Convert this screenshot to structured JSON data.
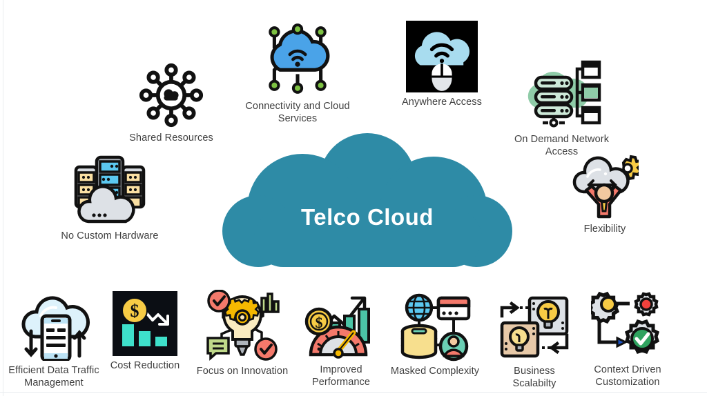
{
  "diagram": {
    "center": {
      "label": "Telco Cloud",
      "shape": "cloud",
      "fill_color": "#2E8BA6",
      "text_color": "#ffffff"
    },
    "caption_color": "#3f3f3f",
    "background_color": "#ffffff"
  },
  "nodes": [
    {
      "id": "shared-resources",
      "label": "Shared Resources",
      "icon": "hub-spokes-cloud-icon",
      "colors": {
        "line": "#111111",
        "fill": "#ffffff"
      }
    },
    {
      "id": "connectivity-and-cloud-services",
      "label": "Connectivity and Cloud Services",
      "icon": "cloud-wifi-circuit-icon",
      "colors": {
        "cloud": "#4AA3E8",
        "node": "#7DC242",
        "line": "#111111"
      }
    },
    {
      "id": "anywhere-access",
      "label": "Anywhere Access",
      "icon": "cloud-mouse-access-icon",
      "colors": {
        "background": "#000000",
        "cloud": "#A8DCEF",
        "mouse": "#ffffff"
      }
    },
    {
      "id": "on-demand-network-access",
      "label": "On Demand Network Access",
      "icon": "server-rack-network-icon",
      "colors": {
        "cloud": "#8FCCA8",
        "line": "#111111",
        "panel": "#ffffff"
      }
    },
    {
      "id": "no-custom-hardware",
      "label": "No Custom Hardware",
      "icon": "server-racks-cloud-icon",
      "colors": {
        "side": "#FAE0A3",
        "center": "#5BC8F0",
        "cloud": "#DDE1E6"
      }
    },
    {
      "id": "flexibility",
      "label": "Flexibility",
      "icon": "person-cloud-gear-icon",
      "colors": {
        "shirt": "#F4796B",
        "cloud": "#DDE1E6",
        "gear": "#F7CB45"
      }
    },
    {
      "id": "efficient-data-traffic-management",
      "label": "Efficient Data Traffic\nManagement",
      "icon": "cloud-phone-arrows-icon",
      "colors": {
        "cloud": "#DDF2FB",
        "device": "#ffffff",
        "line": "#111111"
      }
    },
    {
      "id": "cost-reduction",
      "label": "Cost Reduction",
      "icon": "coin-bar-chart-down-icon",
      "colors": {
        "background": "#0B0E14",
        "coin": "#F7CB45",
        "bar": "#3EE0CB"
      }
    },
    {
      "id": "focus-on-innovation",
      "label": "Focus on Innovation",
      "icon": "lightbulb-gear-check-icon",
      "colors": {
        "bulb": "#FAEBC0",
        "gear": "#F5B800",
        "check": "#F4796B",
        "chart": "#BFD98A"
      }
    },
    {
      "id": "improved-performance",
      "label": "Improved\nPerformance",
      "icon": "gauge-growth-chart-icon",
      "colors": {
        "gauge": "#F4796B",
        "coin": "#F7CB45",
        "bar": "#4BC4A6",
        "needle": "#F5B800"
      }
    },
    {
      "id": "masked-complexity",
      "label": "Masked Complexity",
      "icon": "globe-database-user-icon",
      "colors": {
        "globe": "#5BC8F0",
        "database": "#F7DF8E",
        "user": "#6ACFB4",
        "window": "#F4796B"
      }
    },
    {
      "id": "business-scalabilty",
      "label": "Business Scalabilty",
      "icon": "lightbulb-cards-arrows-icon",
      "colors": {
        "card_back": "#DDE1E6",
        "card_front": "#E7C9A8",
        "bulb": "#F7CB45"
      }
    },
    {
      "id": "context-driven-customization",
      "label": "Context Driven\nCustomization",
      "icon": "gears-check-flow-icon",
      "colors": {
        "gear": "#DDE1E6",
        "yellow": "#F7CB45",
        "red": "#F0413C",
        "green": "#2FA35F"
      }
    }
  ]
}
